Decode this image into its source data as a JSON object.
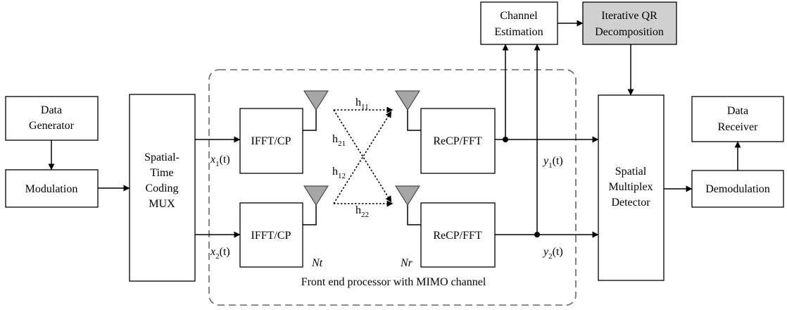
{
  "blocks": {
    "data_generator": [
      "Data",
      "Generator"
    ],
    "modulation": "Modulation",
    "stc_mux": [
      "Spatial-",
      "Time",
      "Coding",
      "MUX"
    ],
    "ifft_cp_1": "IFFT/CP",
    "ifft_cp_2": "IFFT/CP",
    "recp_fft_1": "ReCP/FFT",
    "recp_fft_2": "ReCP/FFT",
    "channel_estimation": [
      "Channel",
      "Estimation"
    ],
    "iterative_qr": [
      "Iterative QR",
      "Decomposition"
    ],
    "spatial_detector": [
      "Spatial",
      "Multiplex",
      "Detector"
    ],
    "demodulation": "Demodulation",
    "data_receiver": [
      "Data",
      "Receiver"
    ]
  },
  "signals": {
    "x1": {
      "base": "x",
      "sub": "1",
      "arg": "(t)"
    },
    "x2": {
      "base": "x",
      "sub": "2",
      "arg": "(t)"
    },
    "y1": {
      "base": "y",
      "sub": "1",
      "arg": "(t)"
    },
    "y2": {
      "base": "y",
      "sub": "2",
      "arg": "(t)"
    }
  },
  "channels": {
    "h11": {
      "base": "h",
      "sub": "11"
    },
    "h21": {
      "base": "h",
      "sub": "21"
    },
    "h12": {
      "base": "h",
      "sub": "12"
    },
    "h22": {
      "base": "h",
      "sub": "22"
    }
  },
  "antenna_labels": {
    "nt": "Nt",
    "nr": "Nr"
  },
  "front_end_caption": "Front end processor with MIMO channel",
  "colors": {
    "shaded_block": "#d0d0d0",
    "antenna": "#a6a6a6",
    "dashed_border": "#666666"
  }
}
